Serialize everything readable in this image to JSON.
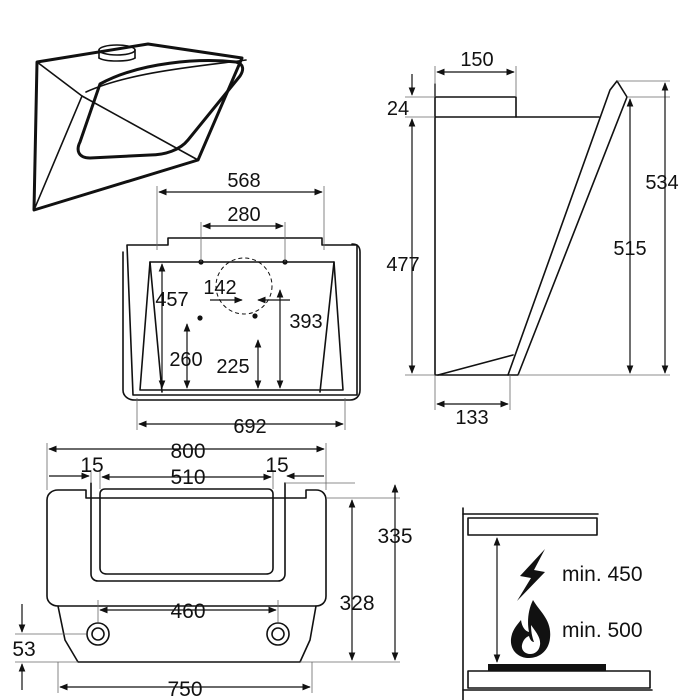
{
  "views": {
    "front": {
      "width_top": "568",
      "hole_spacing": "280",
      "duct_diameter": "142",
      "height_total": "457",
      "height_to_circle": "393",
      "hole_height_a": "260",
      "hole_height_b": "225",
      "width_bottom": "692"
    },
    "side": {
      "chimney_depth": "150",
      "chimney_height": "24",
      "body_height": "477",
      "height_total": "534",
      "height_inner": "515",
      "depth_bottom": "133"
    },
    "plan": {
      "width_total": "800",
      "margin_left": "15",
      "panel_width": "510",
      "margin_right": "15",
      "height_a": "335",
      "height_b": "328",
      "fixing_spacing": "460",
      "fixing_offset": "53",
      "width_bottom": "750"
    },
    "clearance": {
      "electric_label": "min. 450",
      "gas_label": "min. 500"
    }
  },
  "icons": {
    "electric": "lightning-bolt-icon",
    "gas": "flame-icon"
  }
}
